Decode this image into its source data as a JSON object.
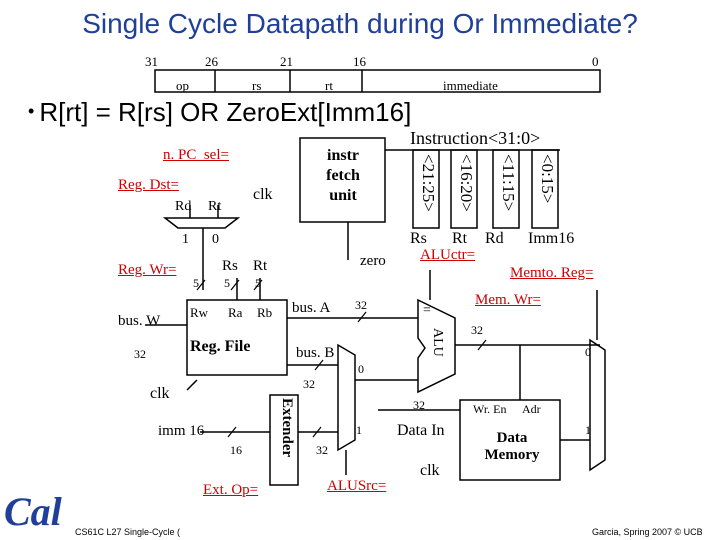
{
  "slide": {
    "title": "Single Cycle Datapath during Or Immediate?",
    "bullet": "R[rt] = R[rs] OR ZeroExt[Imm16]"
  },
  "instruction_format": {
    "bit_positions": [
      "31",
      "26",
      "21",
      "16",
      "0"
    ],
    "fields": [
      "op",
      "rs",
      "rt",
      "immediate"
    ]
  },
  "diagram": {
    "instr_fetch": "instr fetch unit",
    "instruction_bus": "Instruction<31:0>",
    "bit_slices": [
      "<21:25>",
      "<16:20>",
      "<11:15>",
      "<0:15>"
    ],
    "field_labels": [
      "Rs",
      "Rt",
      "Rd",
      "Imm16"
    ],
    "control": {
      "npc_sel": "n. PC_sel=",
      "regdst": "Reg. Dst=",
      "regwr": "Reg. Wr=",
      "aluctr": "ALUctr=",
      "memtoreg": "Memto. Reg=",
      "memwr": "Mem. Wr=",
      "alusrc": "ALUSrc=",
      "extop": "Ext. Op="
    },
    "regdst_mux": {
      "in_rd": "Rd",
      "in_rt": "Rt",
      "sel1": "1",
      "sel0": "0"
    },
    "regfile": {
      "name": "Reg. File",
      "ports": [
        "Rw",
        "Ra",
        "Rb"
      ],
      "top_labels": [
        "Rs",
        "Rt"
      ],
      "widths": [
        "5",
        "5",
        "5"
      ],
      "busw": "bus. W",
      "busw_width": "32"
    },
    "buses": {
      "busA": "bus. A",
      "busB": "bus. B"
    },
    "widths": {
      "busA": "32",
      "busB": "32",
      "ext_out": "32",
      "alu_out": "32",
      "data_in": "32",
      "imm_in": "16"
    },
    "alu": {
      "name": "ALU",
      "zero": "zero",
      "eq": "="
    },
    "alusrc_mux": {
      "sel0": "0",
      "sel1": "1"
    },
    "extender": {
      "name": "Extender",
      "input": "imm 16"
    },
    "memory": {
      "name": "Data Memory",
      "wren": "Wr. En",
      "adr": "Adr",
      "data_in": "Data In"
    },
    "memtoreg_mux": {
      "sel0": "0",
      "sel1": "1"
    },
    "clk": "clk"
  },
  "footer": {
    "logo": "Cal",
    "course": "CS61C L27 Single-Cycle (",
    "credit": "Garcia, Spring 2007 © UCB"
  },
  "colors": {
    "title": "#1f3f99",
    "control": "#cc0000",
    "logo": "#1f3f99"
  }
}
